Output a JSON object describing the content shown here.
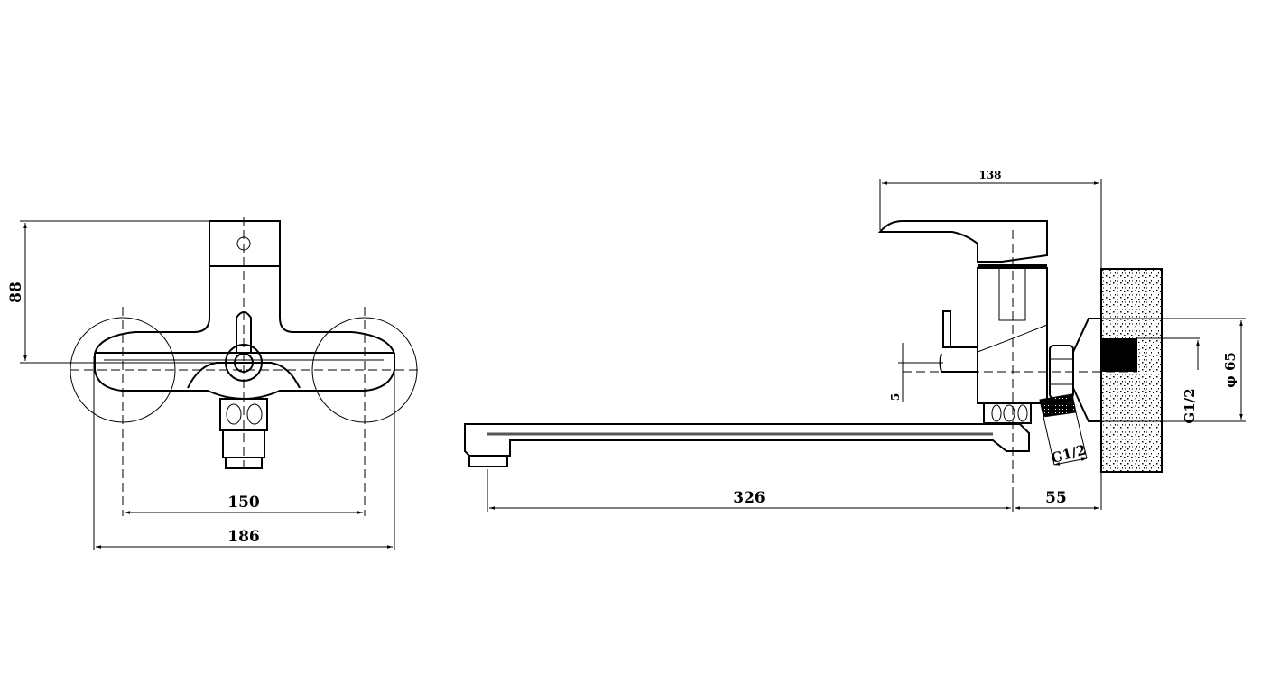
{
  "front_view": {
    "height_dim": "88",
    "center_distance_dim": "150",
    "overall_width_dim": "186"
  },
  "side_view": {
    "handle_reach_dim": "138",
    "offset_dim": "5",
    "spout_length_dim": "326",
    "wall_offset_dim": "55",
    "inlet_thread_label": "G1/2",
    "wall_thread_label": "G1/2",
    "flange_diameter_label": "φ 65"
  },
  "colors": {
    "line": "#000000",
    "background": "#ffffff"
  }
}
